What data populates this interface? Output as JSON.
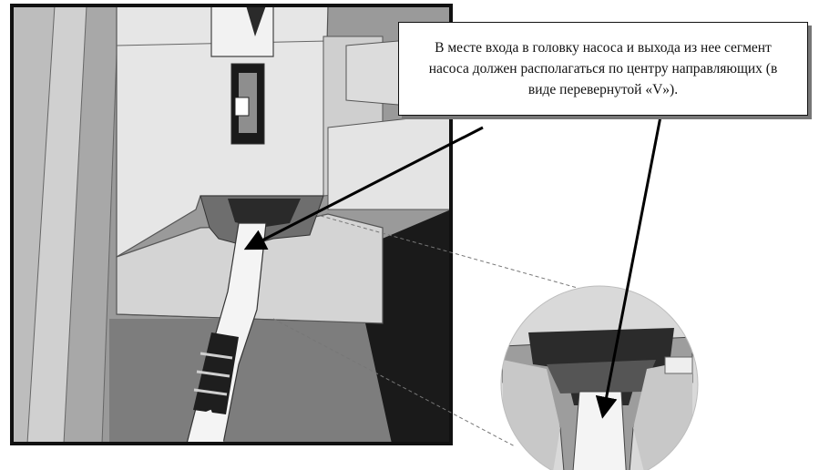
{
  "callout": {
    "text": "В месте входа в головку насоса и выхода из нее сегмент насоса должен располагаться по центру направляющих (в виде перевернутой «V»)."
  },
  "colors": {
    "frame": "#111111",
    "housing_light": "#e4e4e4",
    "housing_mid": "#bfbfbf",
    "housing_dark": "#8c8c8c",
    "background_gray": "#9a9a9a",
    "inset_circle": "#d9d9d9",
    "tube": "#f2f2f2",
    "arrow": "#000000"
  },
  "icons": [
    "pump-head-illustration",
    "magnified-inset",
    "pointer-arrow"
  ]
}
